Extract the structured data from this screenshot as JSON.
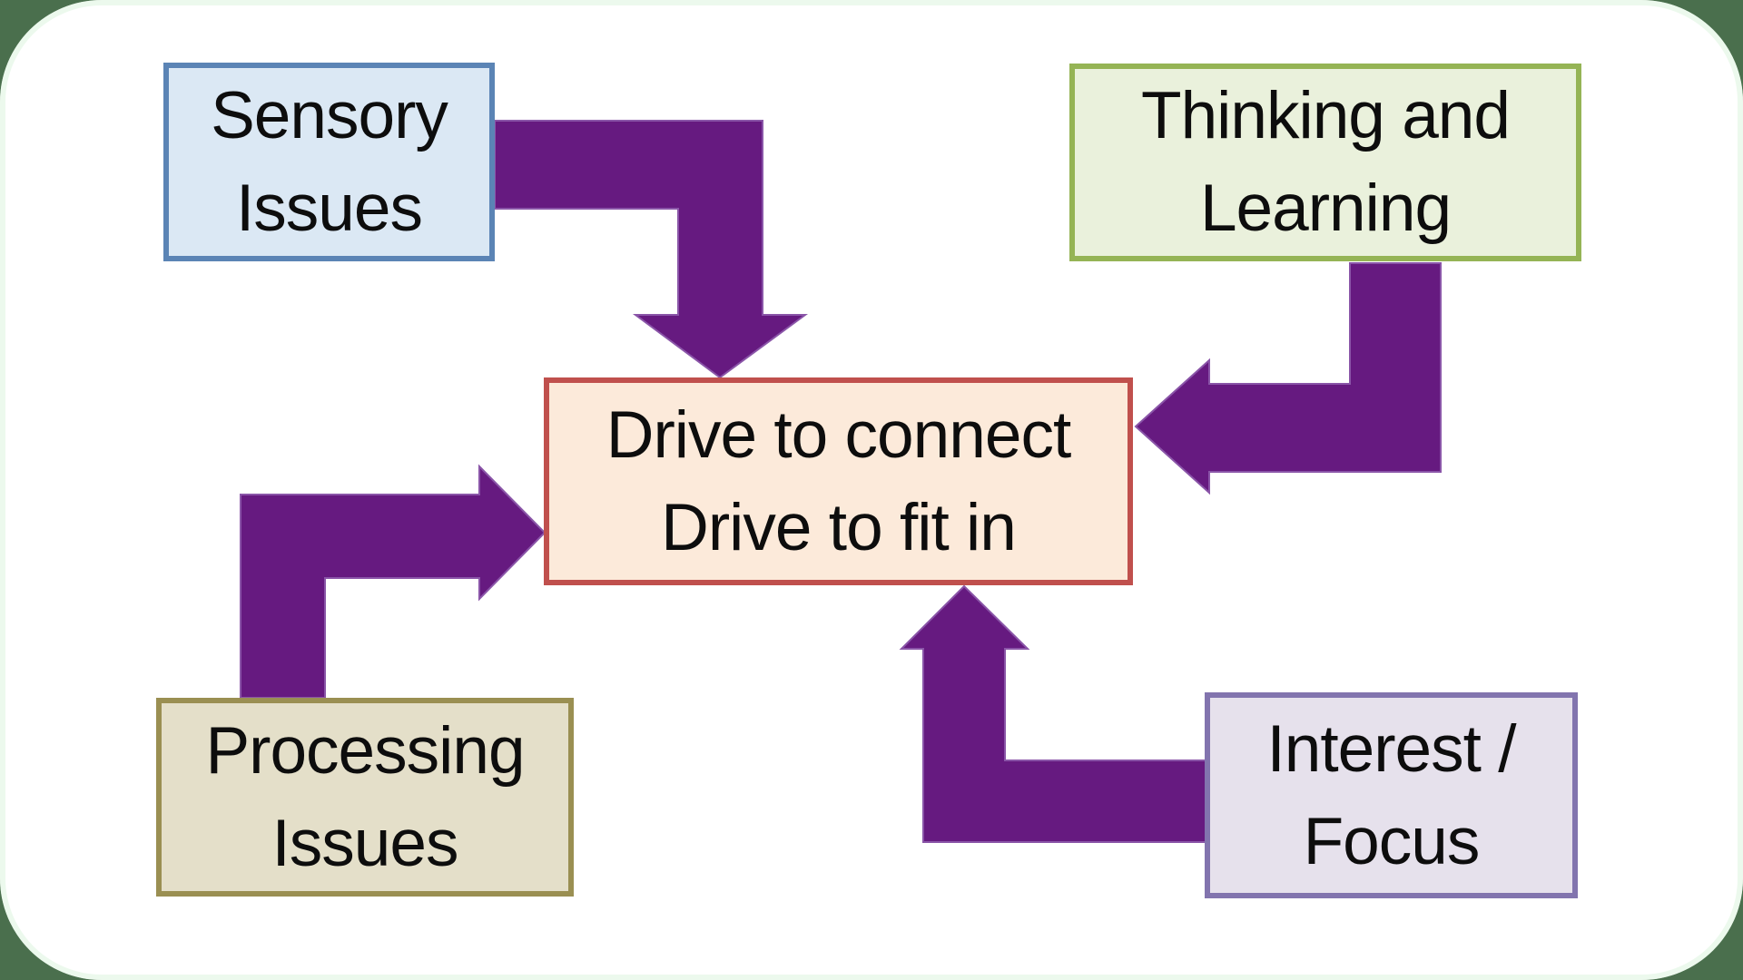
{
  "page": {
    "background": "#4a6f4d",
    "canvas_fill": "#ffffff"
  },
  "diagram": {
    "title": "Drive to connect diagram",
    "boxes": {
      "sensory": {
        "lines": [
          "Sensory",
          "Issues"
        ],
        "fill": "#dbe8f4",
        "border": "#5b84b5"
      },
      "thinking": {
        "lines": [
          "Thinking and",
          "Learning"
        ],
        "fill": "#eaf1dc",
        "border": "#95b455"
      },
      "center": {
        "lines": [
          "Drive to connect",
          "Drive to fit in"
        ],
        "fill": "#fceada",
        "border": "#c0504d"
      },
      "processing": {
        "lines": [
          "Processing",
          "Issues"
        ],
        "fill": "#e4dfc9",
        "border": "#9a8f52"
      },
      "interest": {
        "lines": [
          "Interest /",
          "Focus"
        ],
        "fill": "#e6e1ec",
        "border": "#8274ae"
      }
    },
    "arrows": {
      "color": "#661a80",
      "outline": "#8a55a8",
      "connections": [
        {
          "from": "sensory",
          "to": "center",
          "enters": "top"
        },
        {
          "from": "thinking",
          "to": "center",
          "enters": "right"
        },
        {
          "from": "processing",
          "to": "center",
          "enters": "left"
        },
        {
          "from": "interest",
          "to": "center",
          "enters": "bottom"
        }
      ]
    }
  }
}
